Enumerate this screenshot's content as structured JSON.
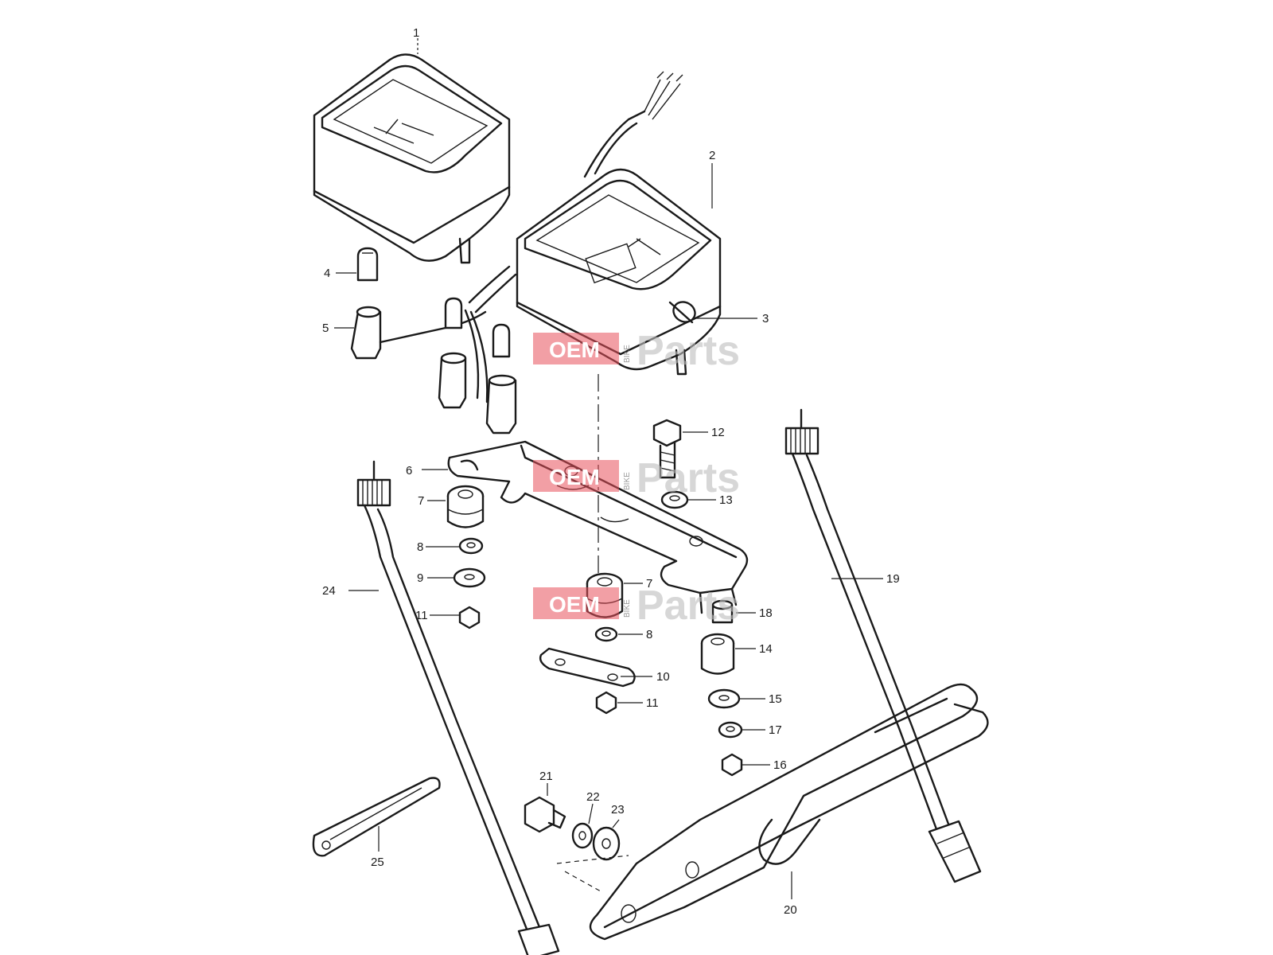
{
  "callouts": [
    "1",
    "2",
    "3",
    "4",
    "5",
    "6",
    "7",
    "7",
    "8",
    "8",
    "9",
    "10",
    "11",
    "11",
    "12",
    "13",
    "14",
    "15",
    "16",
    "17",
    "18",
    "19",
    "20",
    "21",
    "22",
    "23",
    "24",
    "25"
  ],
  "watermark": {
    "oem": "OEM",
    "bike": "BIKE",
    "parts": "Parts"
  },
  "colors": {
    "ink": "#1a1a1a",
    "watermark_red": "#e8505b",
    "watermark_gray": "#bdbdbd"
  }
}
